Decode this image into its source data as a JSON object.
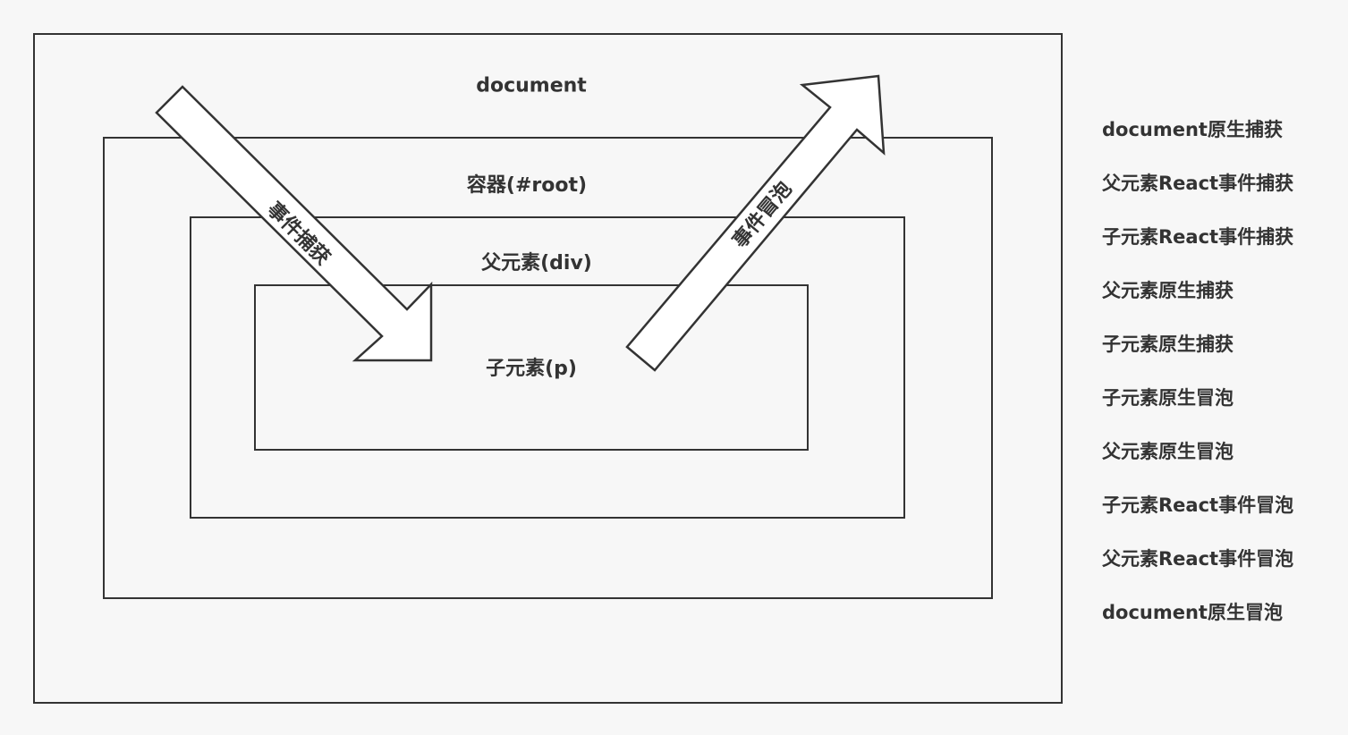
{
  "colors": {
    "stroke": "#333333",
    "background": "#f7f7f7",
    "arrow_fill": "#ffffff"
  },
  "boxes": {
    "document": "document",
    "container": "容器(#root)",
    "parent": "父元素(div)",
    "child": "子元素(p)"
  },
  "arrows": {
    "capture": "事件捕获",
    "bubble": "事件冒泡"
  },
  "sequence": [
    "document原生捕获",
    "父元素React事件捕获",
    "子元素React事件捕获",
    "父元素原生捕获",
    "子元素原生捕获",
    "子元素原生冒泡",
    "父元素原生冒泡",
    "子元素React事件冒泡",
    "父元素React事件冒泡",
    "document原生冒泡"
  ]
}
